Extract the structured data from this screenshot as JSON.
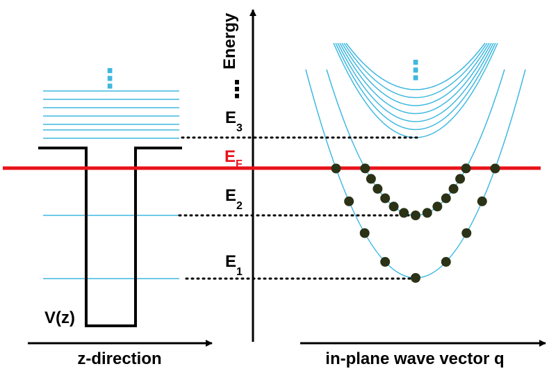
{
  "labels": {
    "energy_axis": "Energy",
    "z_axis": "z-direction",
    "q_axis": "in-plane wave vector q",
    "potential": "V(z)",
    "fermi": {
      "base": "E",
      "sub": "F"
    },
    "levels": [
      {
        "base": "E",
        "sub": "3"
      },
      {
        "base": "E",
        "sub": "2"
      },
      {
        "base": "E",
        "sub": "1"
      }
    ]
  },
  "ellipsis_vertical": "⋮",
  "colors": {
    "levels": "#3fb8e0",
    "fermi": "#e8131b",
    "electrons": "#2b3216",
    "ellipsis": "#3fb8e0",
    "lines": "#000000"
  },
  "electrons": {
    "band_E2_count": 13,
    "band_E1_count": 9
  }
}
